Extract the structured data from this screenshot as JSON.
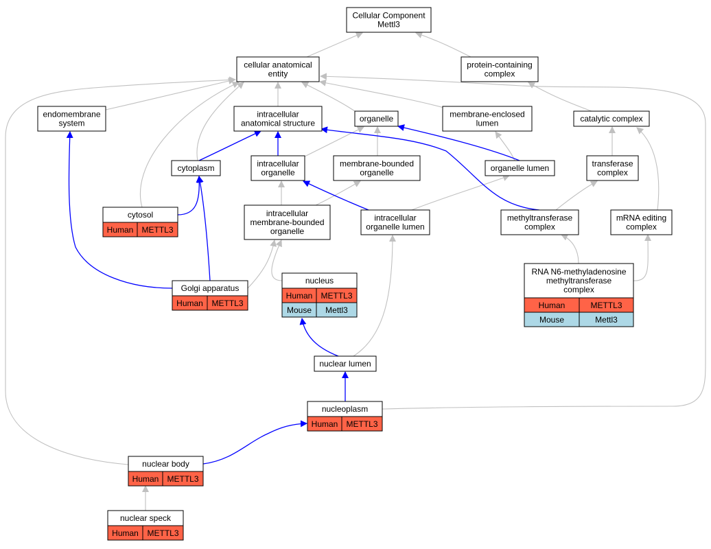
{
  "colors": {
    "edge_gray": "#c0c0c0",
    "edge_blue": "#0000ff",
    "human_fill": "#ff6347",
    "mouse_fill": "#add8e6",
    "node_fill": "#ffffff",
    "node_stroke": "#000000"
  },
  "nodes": {
    "cc": {
      "lines": [
        "Cellular Component",
        "Mettl3"
      ]
    },
    "cae": {
      "lines": [
        "cellular anatomical",
        "entity"
      ]
    },
    "pcc": {
      "lines": [
        "protein-containing",
        "complex"
      ]
    },
    "es": {
      "lines": [
        "endomembrane",
        "system"
      ]
    },
    "ias": {
      "lines": [
        "intracellular",
        "anatomical structure"
      ]
    },
    "org": {
      "lines": [
        "organelle"
      ]
    },
    "mel": {
      "lines": [
        "membrane-enclosed",
        "lumen"
      ]
    },
    "cat": {
      "lines": [
        "catalytic complex"
      ]
    },
    "cyto": {
      "lines": [
        "cytoplasm"
      ]
    },
    "io": {
      "lines": [
        "intracellular",
        "organelle"
      ]
    },
    "mbo": {
      "lines": [
        "membrane-bounded",
        "organelle"
      ]
    },
    "ol": {
      "lines": [
        "organelle lumen"
      ]
    },
    "tc": {
      "lines": [
        "transferase",
        "complex"
      ]
    },
    "cytosol": {
      "lines": [
        "cytosol"
      ],
      "rows": [
        [
          "Human",
          "METTL3"
        ]
      ]
    },
    "imbo": {
      "lines": [
        "intracellular",
        "membrane-bounded",
        "organelle"
      ]
    },
    "iol": {
      "lines": [
        "intracellular",
        "organelle lumen"
      ]
    },
    "mtc": {
      "lines": [
        "methyltransferase",
        "complex"
      ]
    },
    "mec": {
      "lines": [
        "mRNA editing",
        "complex"
      ]
    },
    "golgi": {
      "lines": [
        "Golgi apparatus"
      ],
      "rows": [
        [
          "Human",
          "METTL3"
        ]
      ]
    },
    "nuc": {
      "lines": [
        "nucleus"
      ],
      "rows": [
        [
          "Human",
          "METTL3"
        ],
        [
          "Mouse",
          "Mettl3"
        ]
      ]
    },
    "rna": {
      "lines": [
        "RNA N6-methyladenosine",
        "methyltransferase",
        "complex"
      ],
      "rows": [
        [
          "Human",
          "METTL3"
        ],
        [
          "Mouse",
          "Mettl3"
        ]
      ]
    },
    "nl": {
      "lines": [
        "nuclear lumen"
      ]
    },
    "np": {
      "lines": [
        "nucleoplasm"
      ],
      "rows": [
        [
          "Human",
          "METTL3"
        ]
      ]
    },
    "nb": {
      "lines": [
        "nuclear body"
      ],
      "rows": [
        [
          "Human",
          "METTL3"
        ]
      ]
    },
    "ns": {
      "lines": [
        "nuclear speck"
      ],
      "rows": [
        [
          "Human",
          "METTL3"
        ]
      ]
    }
  },
  "edges": [
    {
      "from": "cae",
      "to": "cc",
      "color": "gray"
    },
    {
      "from": "pcc",
      "to": "cc",
      "color": "gray"
    },
    {
      "from": "es",
      "to": "cae",
      "color": "gray"
    },
    {
      "from": "ias",
      "to": "cae",
      "color": "gray"
    },
    {
      "from": "org",
      "to": "cae",
      "color": "gray"
    },
    {
      "from": "mel",
      "to": "cae",
      "color": "gray"
    },
    {
      "from": "cyto",
      "to": "cae",
      "color": "gray"
    },
    {
      "from": "cytosol",
      "to": "cae",
      "color": "gray"
    },
    {
      "from": "nb",
      "to": "cae",
      "color": "gray"
    },
    {
      "from": "np",
      "to": "cae",
      "color": "gray"
    },
    {
      "from": "cat",
      "to": "pcc",
      "color": "gray"
    },
    {
      "from": "tc",
      "to": "cat",
      "color": "gray"
    },
    {
      "from": "mtc",
      "to": "tc",
      "color": "gray"
    },
    {
      "from": "mec",
      "to": "cat",
      "color": "gray"
    },
    {
      "from": "rna",
      "to": "mtc",
      "color": "gray"
    },
    {
      "from": "rna",
      "to": "mec",
      "color": "gray"
    },
    {
      "from": "io",
      "to": "org",
      "color": "gray"
    },
    {
      "from": "mbo",
      "to": "org",
      "color": "gray"
    },
    {
      "from": "ol",
      "to": "mel",
      "color": "gray"
    },
    {
      "from": "imbo",
      "to": "io",
      "color": "gray"
    },
    {
      "from": "imbo",
      "to": "mbo",
      "color": "gray"
    },
    {
      "from": "iol",
      "to": "ol",
      "color": "gray"
    },
    {
      "from": "golgi",
      "to": "imbo",
      "color": "gray"
    },
    {
      "from": "nuc",
      "to": "imbo",
      "color": "gray"
    },
    {
      "from": "nl",
      "to": "iol",
      "color": "gray"
    },
    {
      "from": "ns",
      "to": "nb",
      "color": "gray"
    },
    {
      "from": "cyto",
      "to": "ias",
      "color": "blue"
    },
    {
      "from": "io",
      "to": "ias",
      "color": "blue"
    },
    {
      "from": "mtc",
      "to": "ias",
      "color": "blue"
    },
    {
      "from": "ol",
      "to": "org",
      "color": "blue"
    },
    {
      "from": "iol",
      "to": "io",
      "color": "blue"
    },
    {
      "from": "cytosol",
      "to": "cyto",
      "color": "blue"
    },
    {
      "from": "golgi",
      "to": "cyto",
      "color": "blue"
    },
    {
      "from": "golgi",
      "to": "es",
      "color": "blue"
    },
    {
      "from": "nl",
      "to": "nuc",
      "color": "blue"
    },
    {
      "from": "np",
      "to": "nl",
      "color": "blue"
    },
    {
      "from": "nb",
      "to": "np",
      "color": "blue"
    }
  ]
}
